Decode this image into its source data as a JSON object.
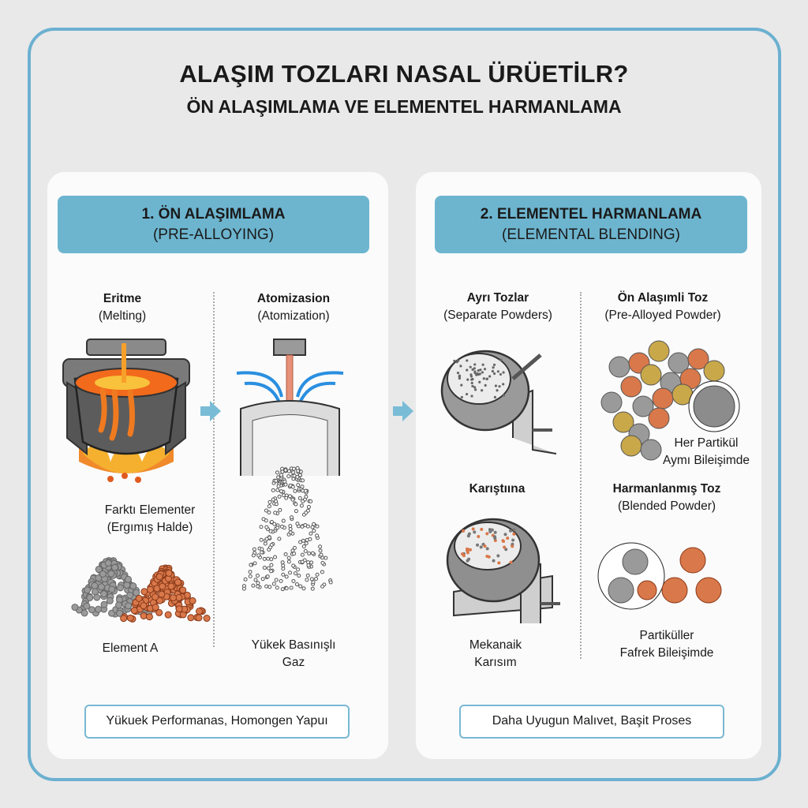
{
  "title": "ALAŞIM TOZLARI NASAL ÜRÜETİLR?",
  "subtitle": "ÖN ALAŞIMLAMA VE ELEMENTEL HARMANLAMA",
  "left": {
    "header": {
      "title": "1. ÖN ALAŞIMLAMA",
      "sub": "(PRE-ALLOYING)"
    },
    "melting": {
      "title": "Eritme",
      "sub": "(Melting)"
    },
    "atomization": {
      "title": "Atomizasion",
      "sub": "(Atomization)"
    },
    "molten_note": {
      "line1": "Farktı Elementer",
      "line2": "(Ergımış Halde)"
    },
    "element_label": "Element A",
    "gas_label": {
      "line1": "Yükek Basınışlı",
      "line2": "Gaz"
    },
    "footer": "Yükuek Performanas, Homongen Yapuı"
  },
  "right": {
    "header": {
      "title": "2. ELEMENTEL HARMANLAMA",
      "sub": "(ELEMENTAL BLENDING)"
    },
    "separate": {
      "title": "Ayrı Tozlar",
      "sub": "(Separate Powders)"
    },
    "prealloyed": {
      "title": "Ön Alaşımli Toz",
      "sub": "(Pre-Alloyed Powder)"
    },
    "same_note": {
      "line1": "Her Partikül",
      "line2": "Aymı Bileişimde"
    },
    "mixer": {
      "title": "Karıştıına"
    },
    "blended": {
      "title": "Harmanlanmış Toz",
      "sub": "(Blended Powder)"
    },
    "mech_label": {
      "line1": "Mekanaik",
      "line2": "Karısım"
    },
    "diff_note": {
      "line1": "Partiküller",
      "line2": "Fafrek Bileişimde"
    },
    "footer": "Daha Uyugun Malıvet, Başit Proses"
  },
  "colors": {
    "accent": "#6db5cf",
    "copper": "#d9784a",
    "steel": "#9a9a9a",
    "gold": "#c9a84a",
    "molten": "#f07a20"
  }
}
